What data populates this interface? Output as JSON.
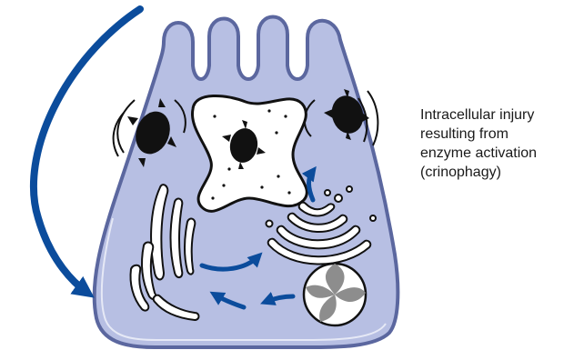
{
  "colors": {
    "cytoplasm_fill": "#b7bfe3",
    "cell_outline": "#5b679f",
    "arrow_blue": "#0b4c9c",
    "granule_black": "#111111",
    "granule_grey": "#8d8d8d",
    "page_background": "#ffffff"
  },
  "annotation": {
    "lines": [
      "Intracellular injury",
      "resulting from",
      "enzyme activation",
      "(crinophagy)"
    ]
  }
}
